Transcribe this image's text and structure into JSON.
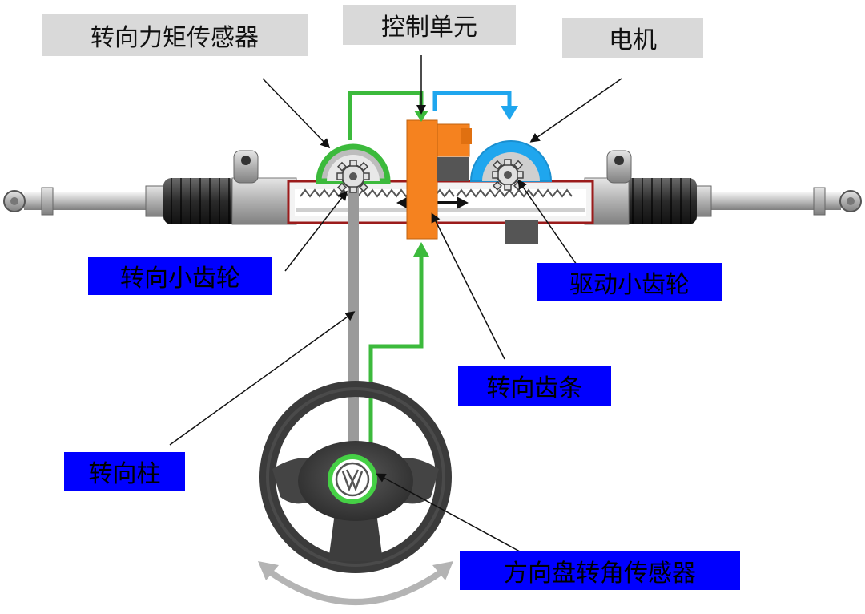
{
  "labels": {
    "torque_sensor": "转向力矩传感器",
    "control_unit": "控制单元",
    "motor": "电机",
    "steering_pinion": "转向小齿轮",
    "drive_pinion": "驱动小齿轮",
    "steering_rack": "转向齿条",
    "steering_column": "转向柱",
    "steering_angle_sensor": "方向盘转角传感器"
  },
  "colors": {
    "signal_green": "#3cba3c",
    "signal_blue": "#1fa6ee",
    "control_orange": "#f5821f",
    "label_gray": "#d9d9d9",
    "label_blue": "#0000ff",
    "rack_red": "#9b1b1b"
  },
  "icons": {
    "logo": "vw-logo"
  }
}
